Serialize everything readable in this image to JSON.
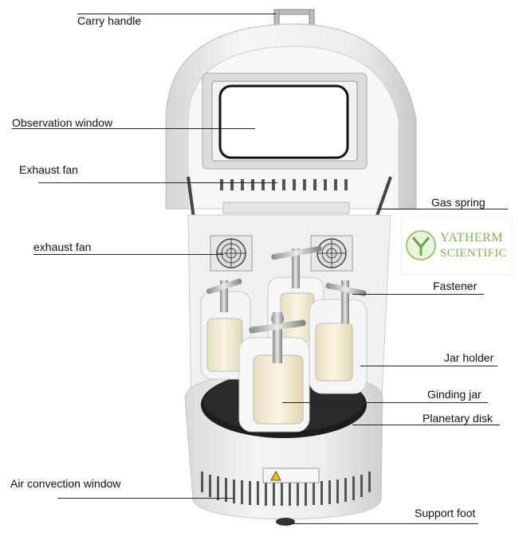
{
  "labels": {
    "carry_handle": "Carry handle",
    "observation_window": "Observation window",
    "exhaust_fan_top": "Exhaust fan",
    "gas_spring": "Gas spring",
    "exhaust_fan_lower": "exhaust fan",
    "fastener": "Fastener",
    "jar_holder": "Jar holder",
    "grinding_jar": "Ginding jar",
    "planetary_disk": "Planetary disk",
    "air_convection_window": "Air convection window",
    "support_foot": "Support foot"
  },
  "logo": {
    "line1": "YATHERM",
    "line2": "SCIENTIFIC",
    "color": "#7fb64a"
  },
  "colors": {
    "body": "#ececec",
    "shadow": "#cfcfcf",
    "line": "#222222",
    "jar": "#f3ead0",
    "disk": "#1a1a1a"
  }
}
